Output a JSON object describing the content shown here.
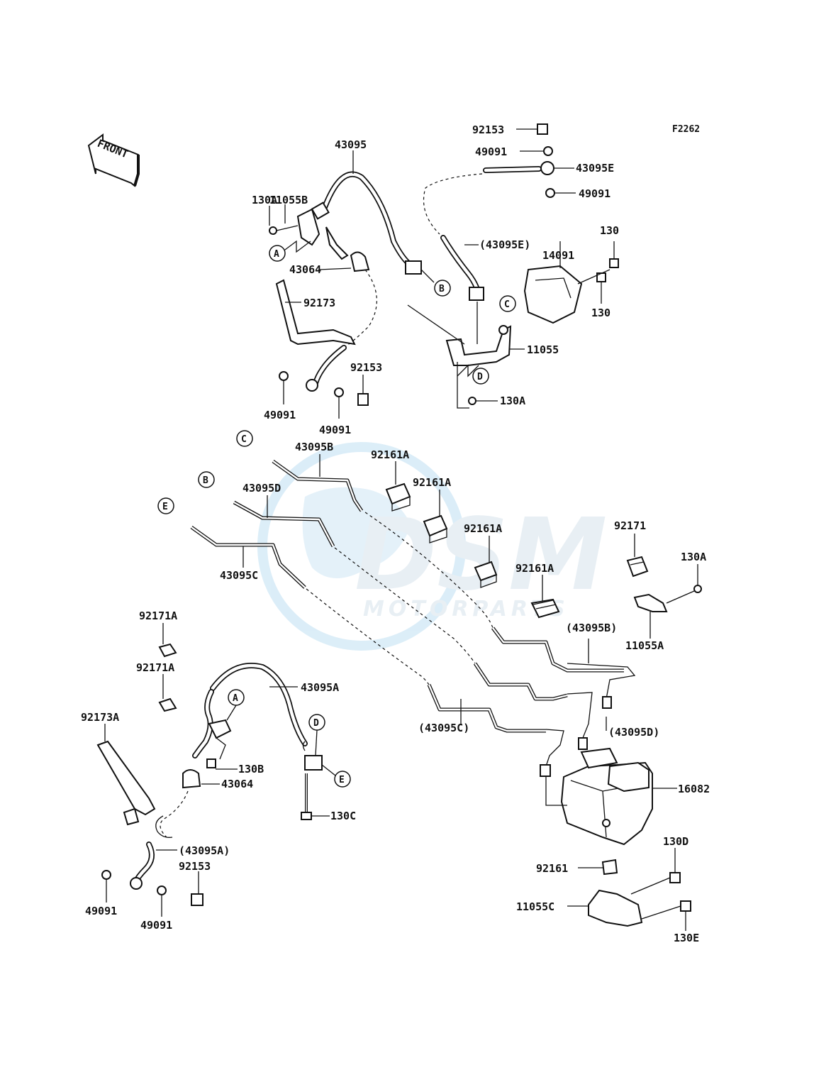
{
  "diagram_code": "F2262",
  "front_label": "FRONT",
  "watermark": {
    "brand": "DSM",
    "sub": "MOTORPARTS",
    "color": "#cfe6f5"
  },
  "parts": {
    "p_92153_top": "92153",
    "p_49091_top1": "49091",
    "p_43095E": "43095E",
    "p_49091_top2": "49091",
    "p_43095": "43095",
    "p_11055B": "11055B",
    "p_130A_top": "130A",
    "p_43064_top": "43064",
    "p_43095E_paren": "(43095E)",
    "p_130_top": "130",
    "p_14091": "14091",
    "p_130_mid": "130",
    "p_92173": "92173",
    "p_11055": "11055",
    "p_92153_mid": "92153",
    "p_130A_mid": "130A",
    "p_49091_mid1": "49091",
    "p_49091_mid2": "49091",
    "p_43095B": "43095B",
    "p_92161A_1": "92161A",
    "p_92161A_2": "92161A",
    "p_43095D": "43095D",
    "p_92161A_3": "92161A",
    "p_92161A_4": "92161A",
    "p_92171": "92171",
    "p_130A_right": "130A",
    "p_43095C": "43095C",
    "p_11055A": "11055A",
    "p_43095B_paren": "(43095B)",
    "p_92171A_1": "92171A",
    "p_92171A_2": "92171A",
    "p_43095A": "43095A",
    "p_92173A": "92173A",
    "p_43095C_paren": "(43095C)",
    "p_43095D_paren": "(43095D)",
    "p_130B": "130B",
    "p_43064_bot": "43064",
    "p_16082": "16082",
    "p_130C": "130C",
    "p_43095A_paren": "(43095A)",
    "p_92153_bot": "92153",
    "p_130D": "130D",
    "p_92161": "92161",
    "p_11055C": "11055C",
    "p_130E": "130E",
    "p_49091_bot1": "49091",
    "p_49091_bot2": "49091"
  },
  "refs": {
    "A": "A",
    "B": "B",
    "C": "C",
    "D": "D",
    "E": "E"
  }
}
